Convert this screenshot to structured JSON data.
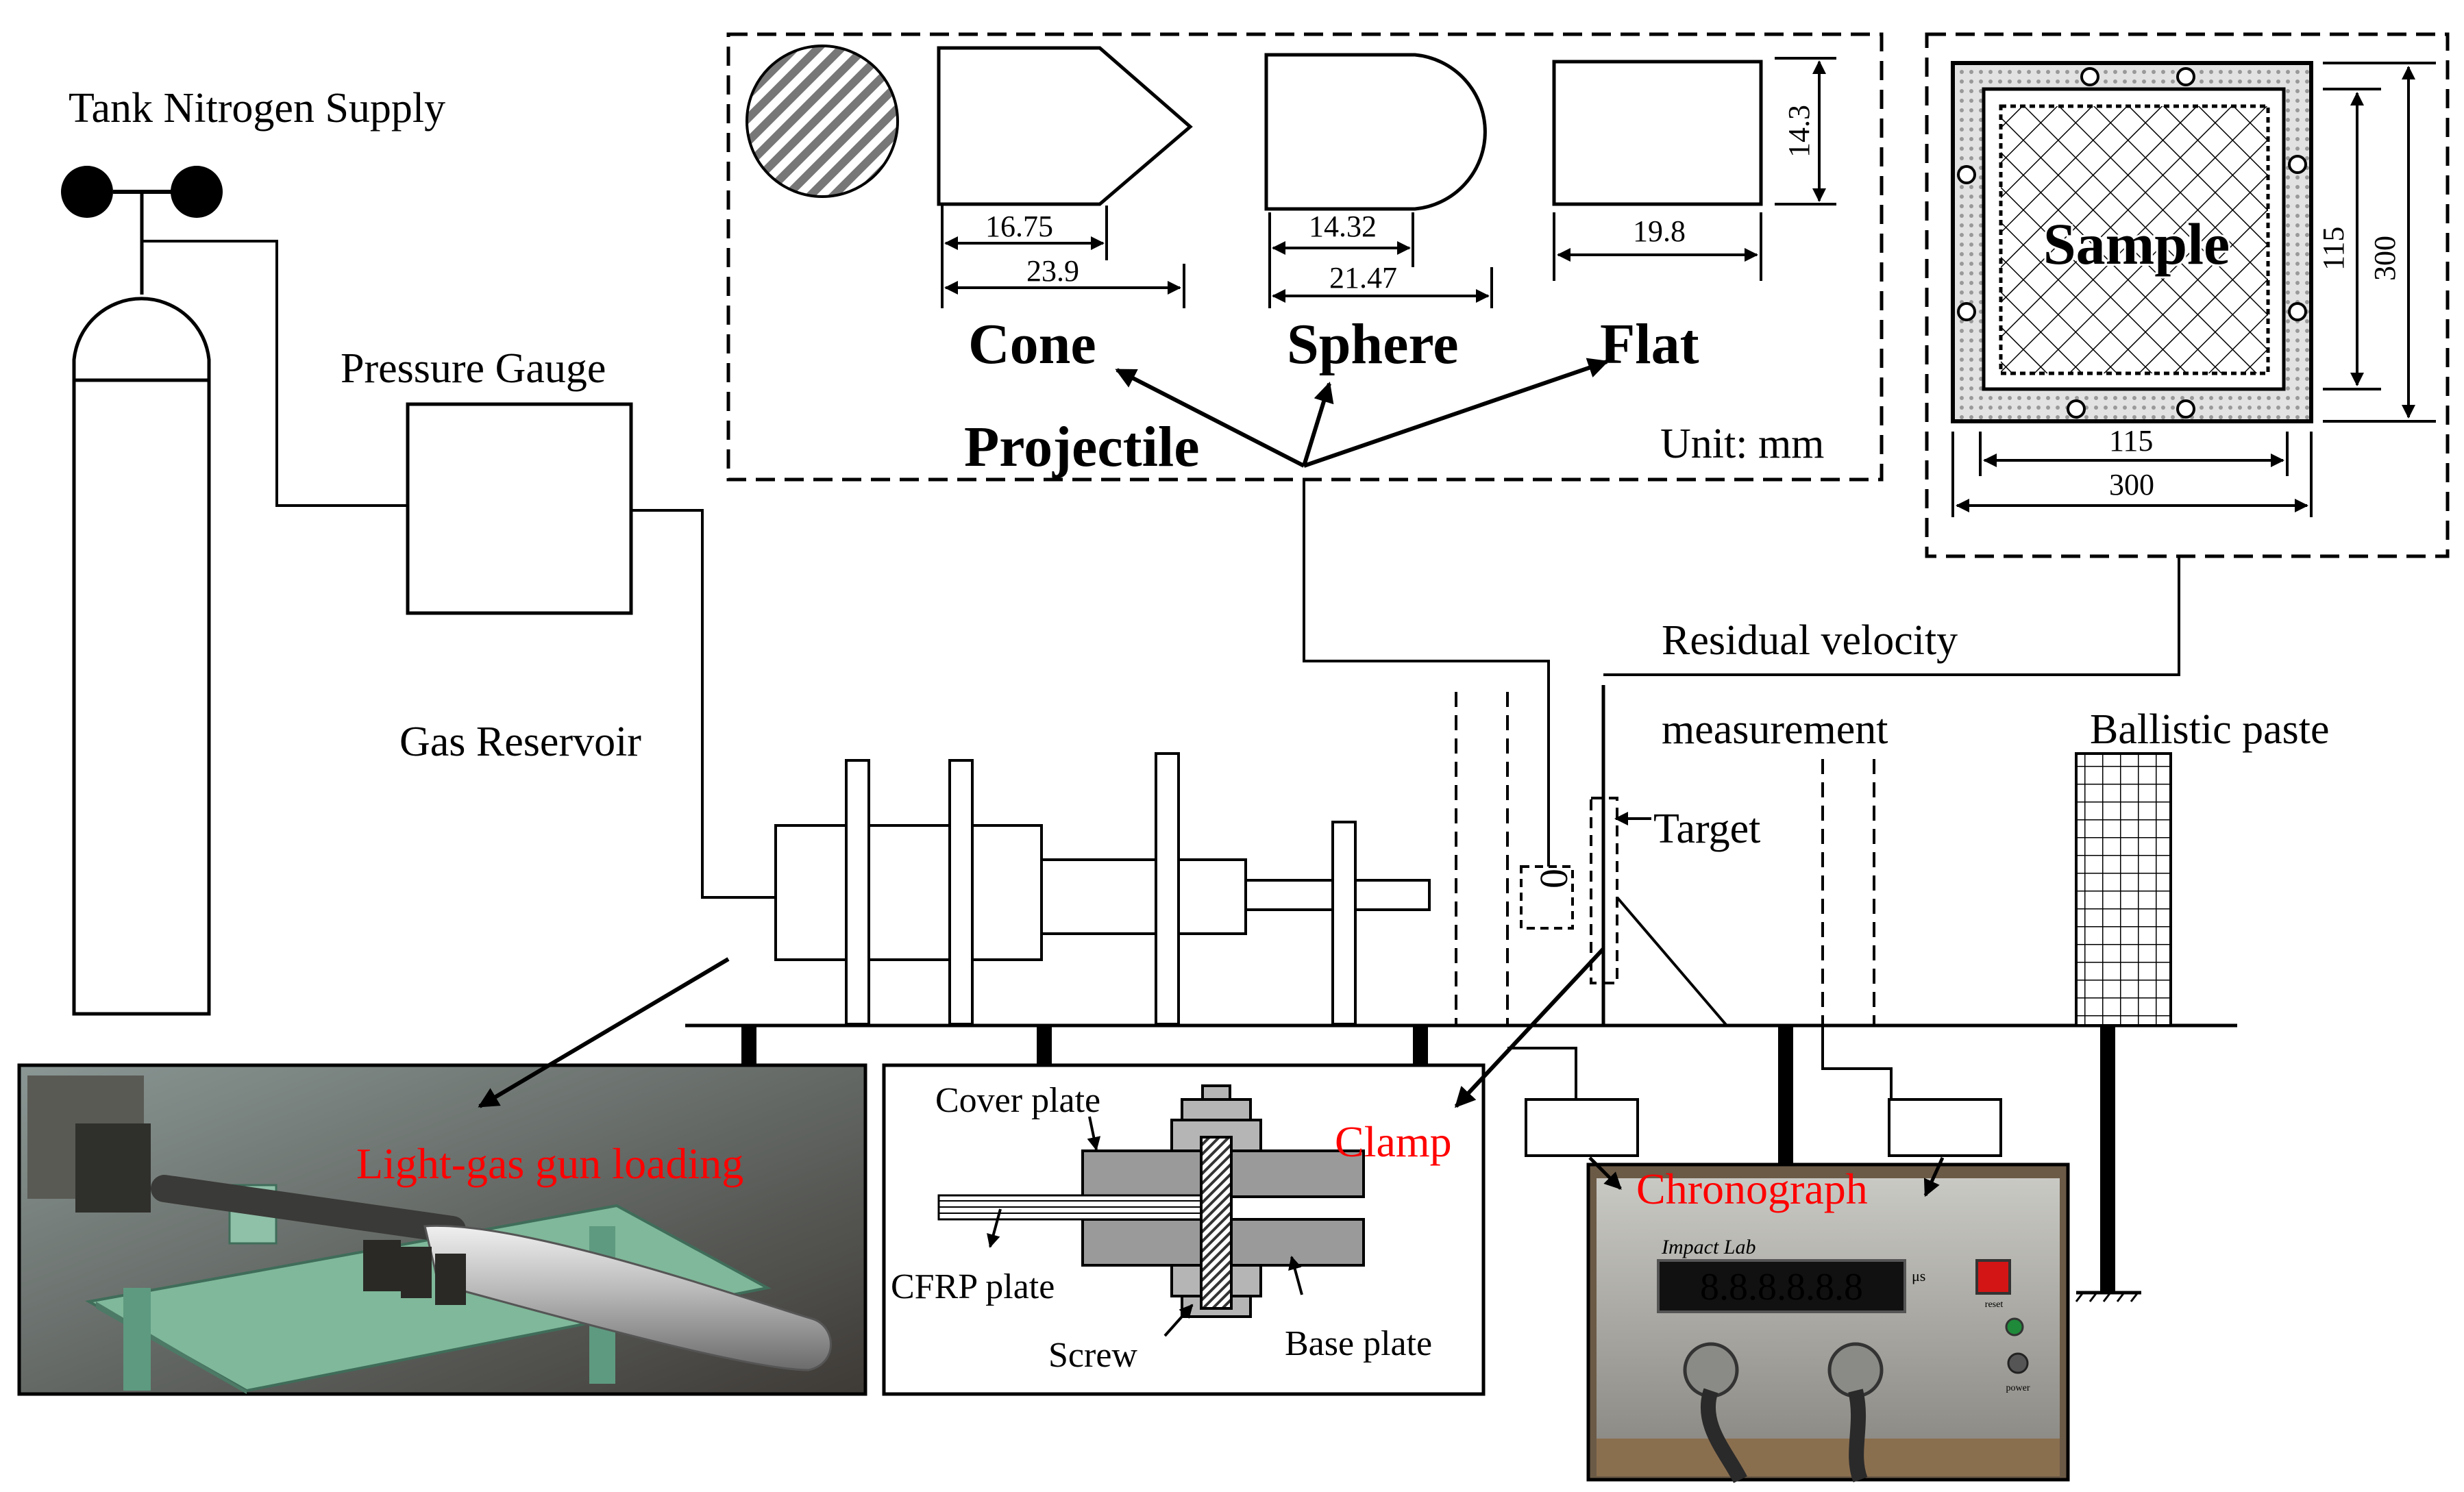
{
  "labels": {
    "tank": "Tank Nitrogen Supply",
    "pressure_gauge": "Pressure Gauge",
    "gas_reservoir": "Gas Reservoir",
    "residual_velocity_1": "Residual velocity",
    "residual_velocity_2": "measurement",
    "ballistic_paste": "Ballistic paste",
    "target": "Target",
    "projectile": "Projectile",
    "unit": "Unit: mm",
    "sample": "Sample",
    "light_gas": "Light-gas  gun loading",
    "clamp": "Clamp",
    "chronograph": "Chronograph",
    "cover_plate": "Cover plate",
    "cfrp_plate": "CFRP plate",
    "screw": "Screw",
    "base_plate": "Base plate"
  },
  "projectiles": {
    "cone": {
      "name": "Cone",
      "dim_inner": "16.75",
      "dim_outer": "23.9"
    },
    "sphere": {
      "name": "Sphere",
      "dim_inner": "14.32",
      "dim_outer": "21.47"
    },
    "flat": {
      "name": "Flat",
      "dim_length": "19.8",
      "dim_height": "14.3"
    }
  },
  "sample_dims": {
    "inner_w": "115",
    "outer_w": "300",
    "inner_h": "115",
    "outer_h": "300"
  },
  "photo_text": {
    "brand": "Impact Lab",
    "display": "8.8.8.8.8.8",
    "unit": "μs",
    "reset": "reset",
    "power": "power"
  },
  "colors": {
    "accent_red": "#ff0000",
    "gun_green": "#7fb89a",
    "plate_gray": "#999999"
  }
}
